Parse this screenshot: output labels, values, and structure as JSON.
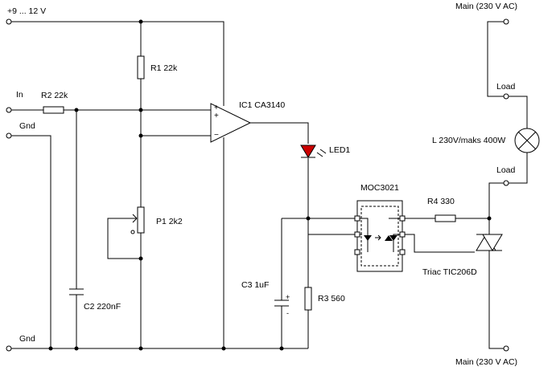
{
  "labels": {
    "supply": "+9 ... 12 V",
    "input": "In",
    "gnd_top": "Gnd",
    "gnd_bottom": "Gnd",
    "r1": "R1  22k",
    "r2": "R2  22k",
    "ic1": "IC1  CA3140",
    "p1": "P1  2k2",
    "c2": "C2  220nF",
    "c3": "C3  1uF",
    "r3": "R3  560",
    "led1": "LED1",
    "moc": "MOC3021",
    "r4": "R4  330",
    "triac": "Triac   TIC206D",
    "main_top": "Main  (230 V AC)",
    "main_bottom": "Main  (230 V AC)",
    "load_top": "Load",
    "load_bottom": "Load",
    "lamp": "L  230V/maks 400W",
    "plus": "+",
    "minus": "−",
    "c3_plus": "+",
    "c3_minus": "-"
  },
  "colors": {
    "led": "#cc0000",
    "wire": "#000000"
  }
}
